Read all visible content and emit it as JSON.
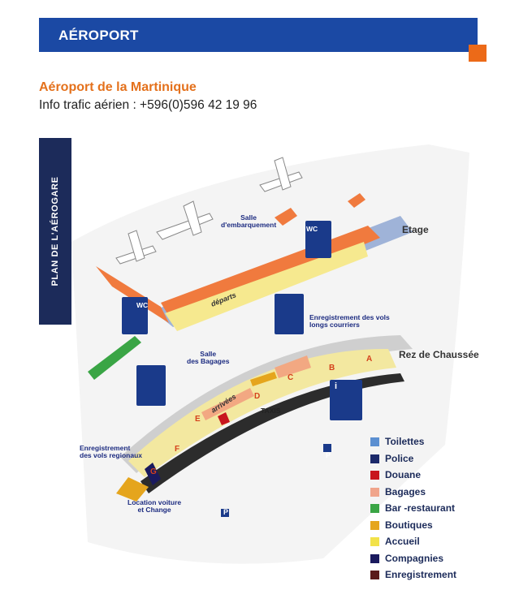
{
  "header": {
    "title": "AÉROPORT",
    "brand_color": "#1b49a4",
    "accent_color": "#ec6a18"
  },
  "airport": {
    "name": "Aéroport de la Martinique",
    "info": "Info trafic aérien : +596(0)596 42 19 96"
  },
  "map": {
    "sidebar_title": "PLAN DE L'AÉROGARE",
    "floors": {
      "upper": "Etage",
      "ground": "Rez de Chaussée"
    },
    "labels": {
      "boarding_lounge": "Salle\nd'embarquement",
      "departures": "départs",
      "arrivals": "arrivées",
      "long_haul_checkin": "Enregistrement des vols\nlongs courriers",
      "baggage_hall": "Salle\ndes Bagages",
      "regional_checkin": "Enregistrement\ndes vols regionaux",
      "car_rental": "Location voiture\net Change",
      "taxis": "TAXIS",
      "wc": "WC",
      "parking": "P",
      "info": "i"
    },
    "zones": [
      "A",
      "B",
      "C",
      "D",
      "E",
      "F",
      "G"
    ],
    "legend": [
      {
        "label": "Toilettes",
        "color": "#5b8fd1"
      },
      {
        "label": "Police",
        "color": "#1c2a6b"
      },
      {
        "label": "Douane",
        "color": "#c8161d"
      },
      {
        "label": "Bagages",
        "color": "#f0a58c"
      },
      {
        "label": "Bar -restaurant",
        "color": "#3aa545"
      },
      {
        "label": "Boutiques",
        "color": "#e5a51d"
      },
      {
        "label": "Accueil",
        "color": "#f2e24a"
      },
      {
        "label": "Compagnies",
        "color": "#1a1a5e"
      },
      {
        "label": "Enregistrement",
        "color": "#5a1a1a"
      }
    ]
  }
}
